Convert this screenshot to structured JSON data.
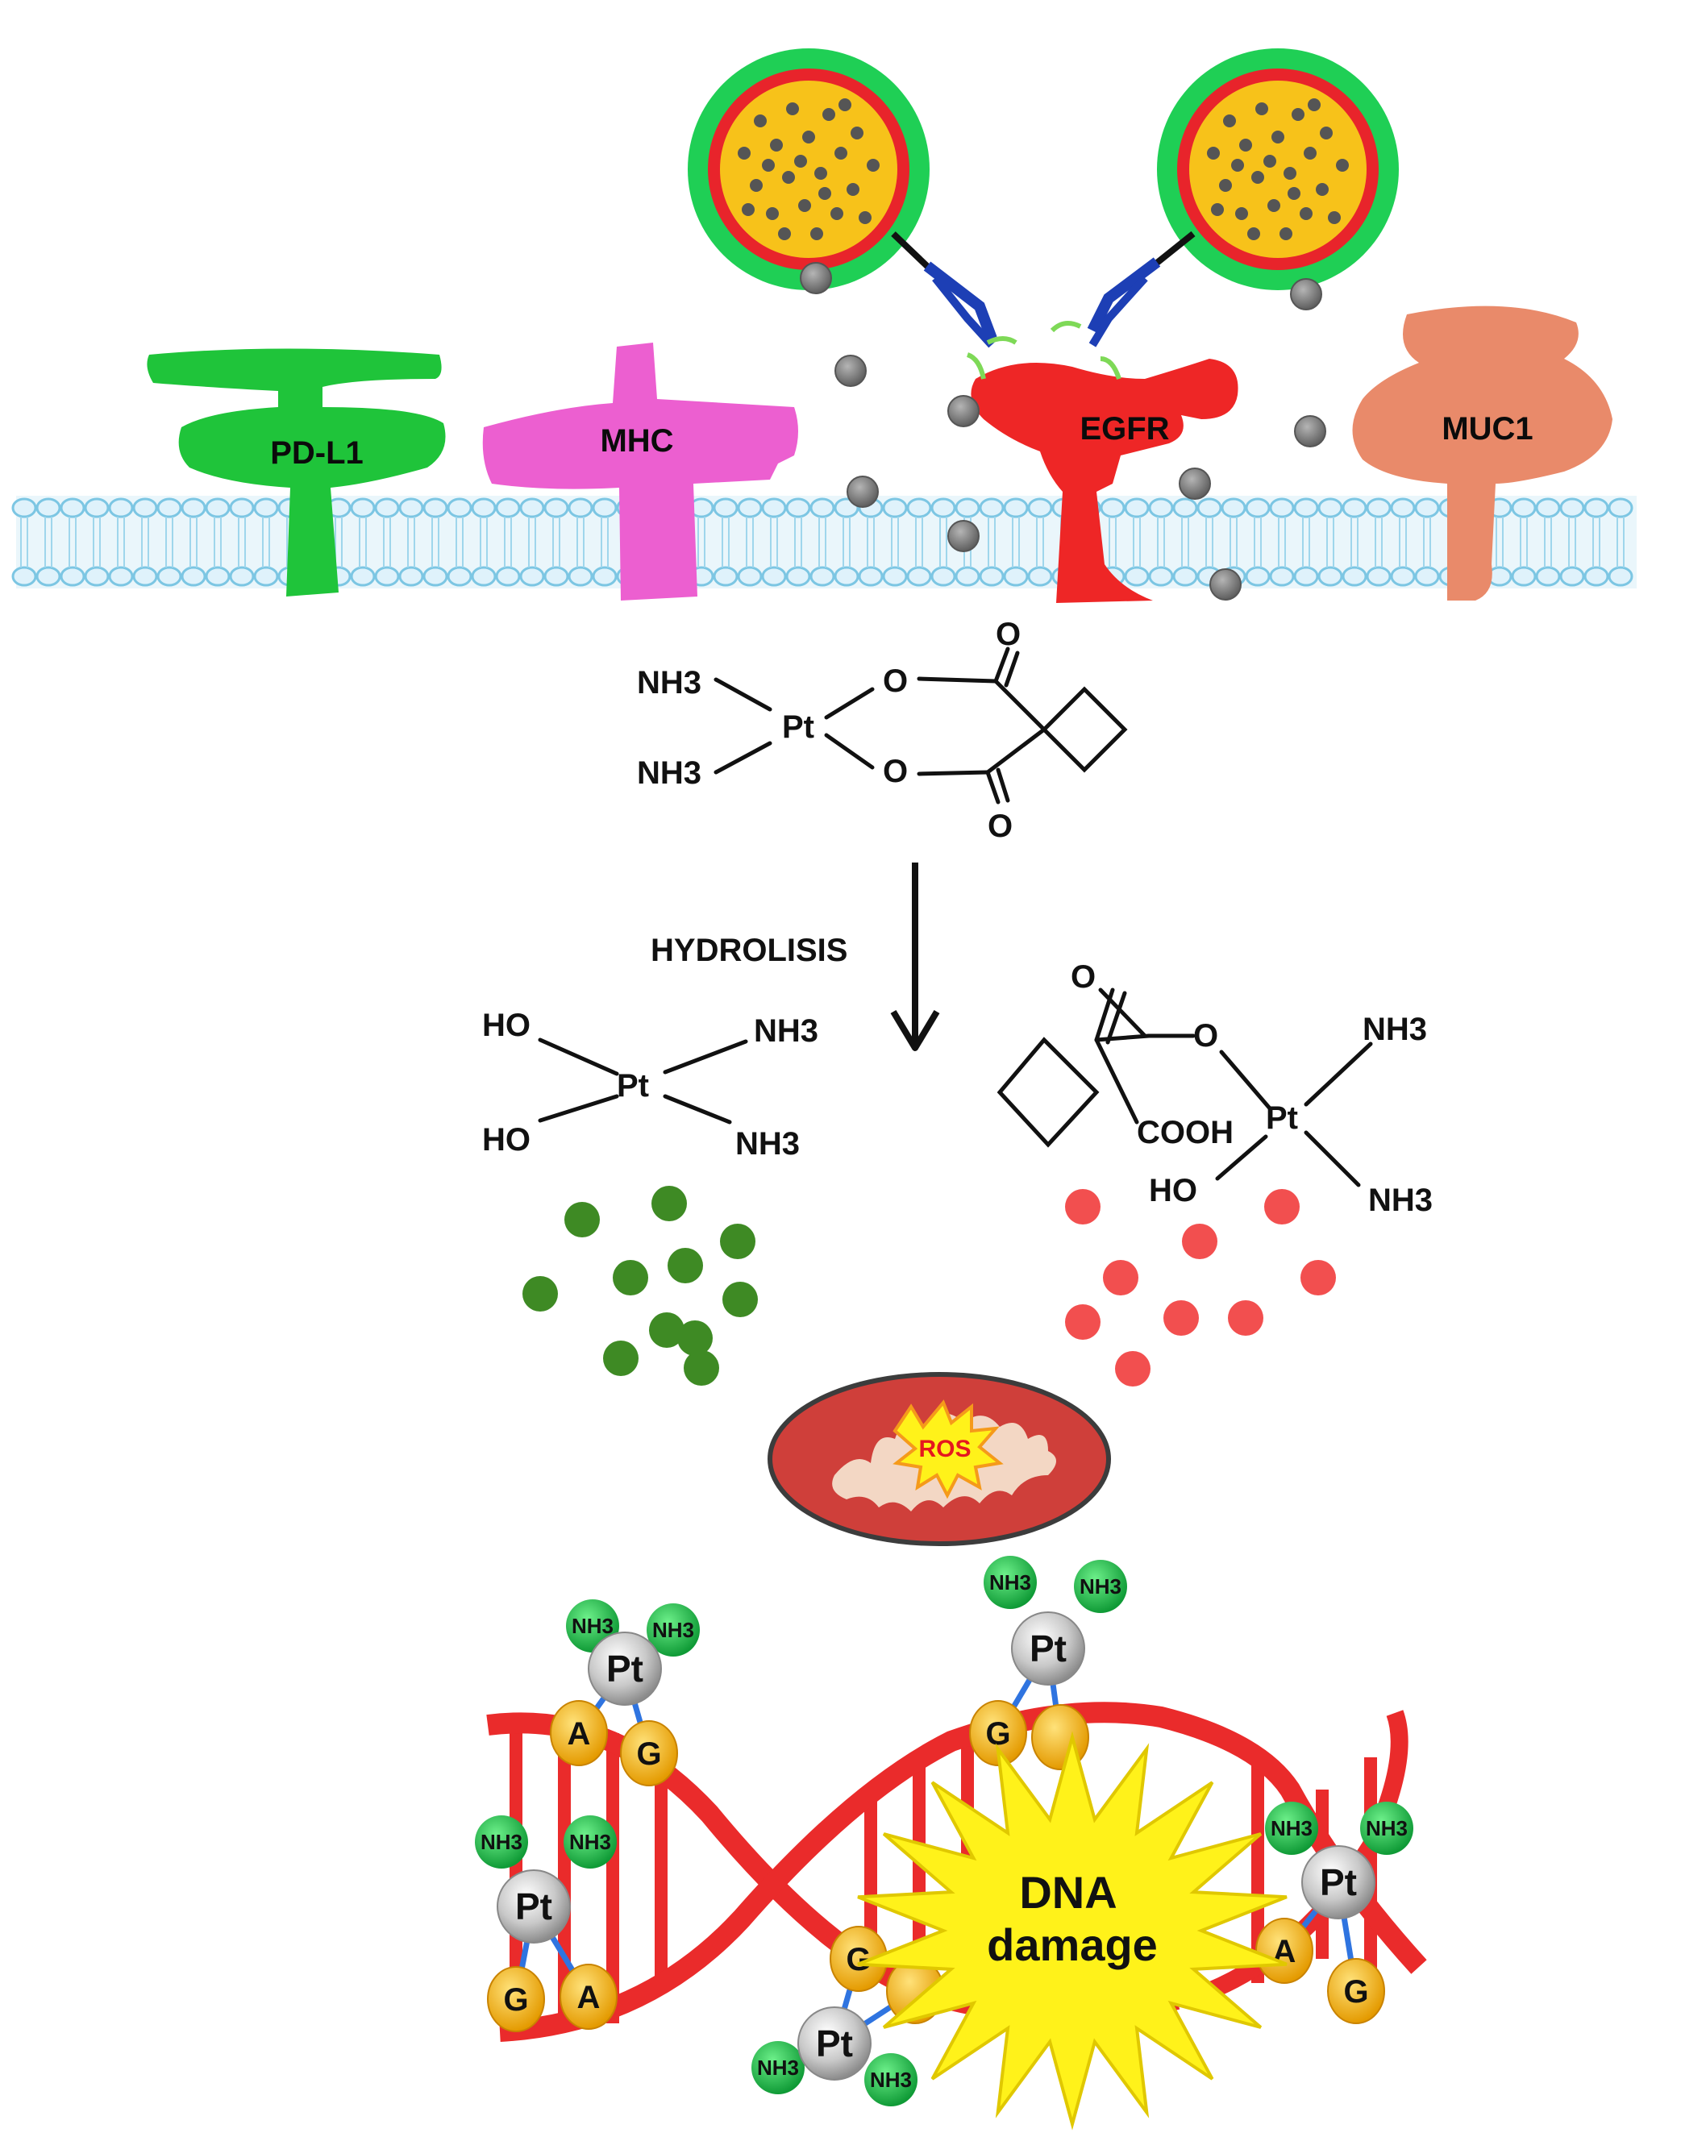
{
  "receptors": {
    "pdl1": "PD-L1",
    "mhc": "MHC",
    "egfr": "EGFR",
    "muc1": "MUC1"
  },
  "carboplatin": {
    "amine_top": "NH3",
    "amine_bottom": "NH3",
    "metal": "Pt",
    "oxygen_top": "O",
    "oxygen_bottom": "O",
    "carbonyl_top": "O",
    "carbonyl_bottom": "O"
  },
  "reaction": {
    "label": "HYDROLISIS"
  },
  "product_a": {
    "hydroxyl_top": "HO",
    "hydroxyl_bottom": "HO",
    "metal": "Pt",
    "amine_top": "NH3",
    "amine_bottom": "NH3"
  },
  "product_b": {
    "carbonyl": "O",
    "ester_oxygen": "O",
    "acid": "COOH",
    "metal": "Pt",
    "amine_top": "NH3",
    "amine_bottom": "NH3",
    "hydroxyl": "HO"
  },
  "mitochondrion": {
    "label": "ROS"
  },
  "dna": {
    "damage_line1": "DNA",
    "damage_line2": "damage",
    "adducts": [
      {
        "metal": "Pt",
        "amine_left": "NH3",
        "amine_right": "NH3",
        "base_left": "A",
        "base_right": "G"
      },
      {
        "metal": "Pt",
        "amine_left": "NH3",
        "amine_right": "NH3",
        "base_left": "G",
        "base_right": ""
      },
      {
        "metal": "Pt",
        "amine_left": "NH3",
        "amine_right": "NH3",
        "base_left": "G",
        "base_right": "A"
      },
      {
        "metal": "Pt",
        "amine_left": "NH3",
        "amine_right": "NH3",
        "base_left": "G",
        "base_right": ""
      },
      {
        "metal": "Pt",
        "amine_left": "NH3",
        "amine_right": "NH3",
        "base_left": "A",
        "base_right": "G"
      }
    ]
  },
  "colors": {
    "pdl1": "#1fc43a",
    "mhc": "#ec5fd0",
    "egfr": "#ee2626",
    "muc1": "#e98a6a",
    "nanoparticle_shell": "#1fcf55",
    "nanoparticle_ring": "#e8242b",
    "nanoparticle_core": "#f7c21a",
    "drug_particle": "#8a8a8a",
    "green_dots": "#3e8a24",
    "red_dots": "#f24f4f",
    "dna_strand": "#ea2b2b",
    "base": "#f2b400",
    "amine_ball": "#19b54a",
    "damage_burst": "#fff21a"
  }
}
